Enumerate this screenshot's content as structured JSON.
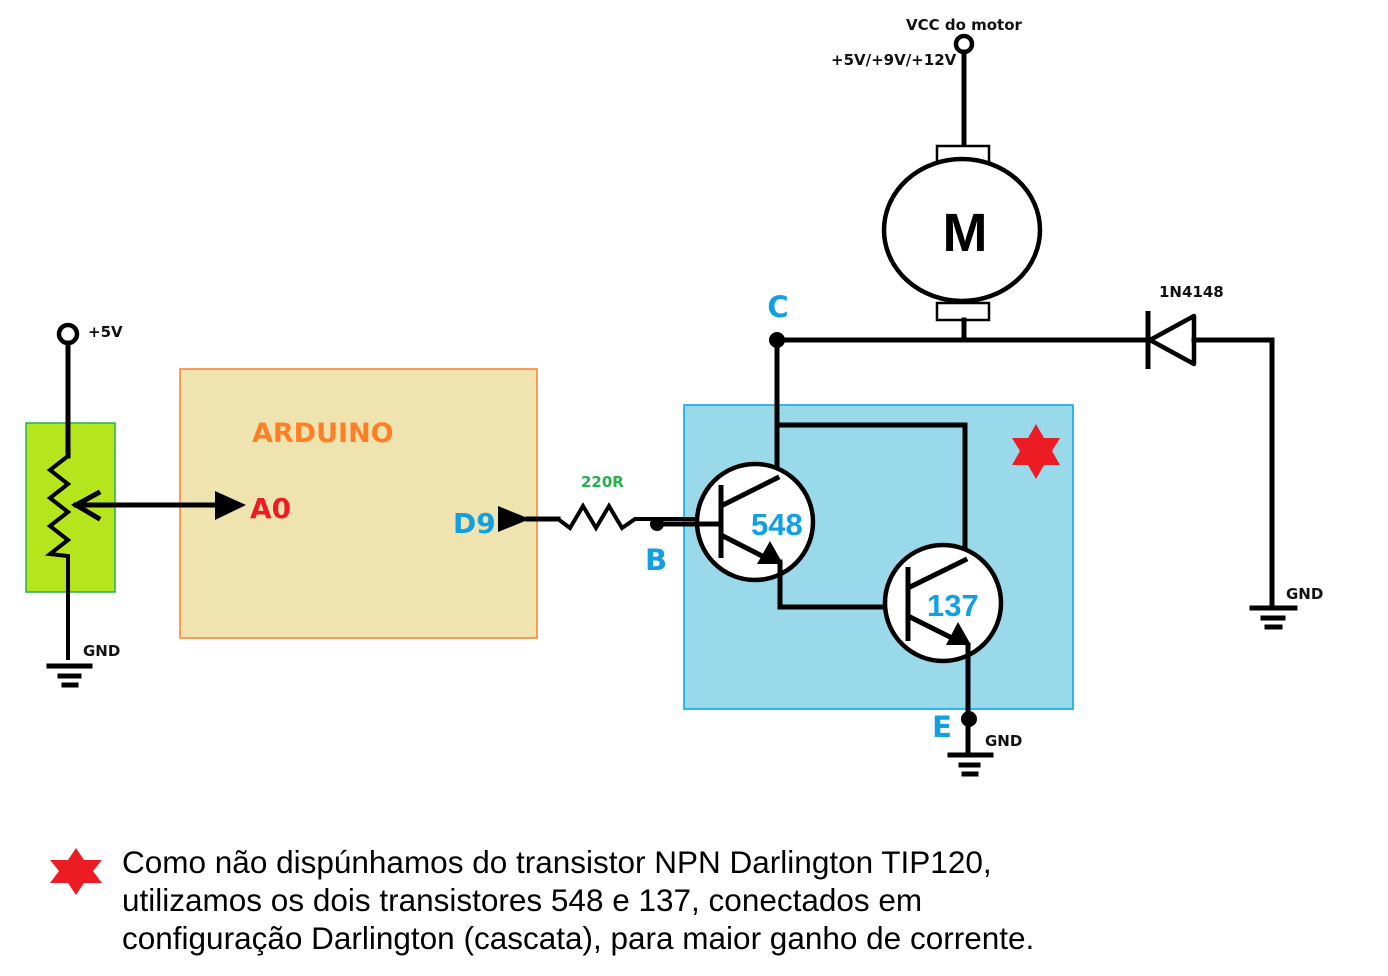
{
  "diagram": {
    "motor_supply": {
      "label": "VCC do motor",
      "voltage_options": "+5V/+9V/+12V"
    },
    "motor": {
      "symbol": "M"
    },
    "diode": {
      "part": "1N4148"
    },
    "pot_supply": {
      "label": "+5V"
    },
    "grounds": {
      "pot_gnd": "GND",
      "diode_gnd": "GND",
      "emitter_gnd": "GND"
    },
    "arduino": {
      "title": "ARDUINO",
      "analog_pin": "A0",
      "pwm_pin": "D9"
    },
    "resistor": {
      "value": "220R"
    },
    "nodes": {
      "base": "B",
      "collector": "C",
      "emitter": "E"
    },
    "transistors": [
      {
        "id": "548"
      },
      {
        "id": "137"
      }
    ],
    "colors": {
      "potentiometer_box": "#b5e61d",
      "potentiometer_border": "#22b14c",
      "arduino_box": "#efe4b0",
      "arduino_border": "#ff7f27",
      "darlington_box": "#99d9ea",
      "darlington_border": "#00a2e8",
      "star": "#ed1c24",
      "a0_text": "#ed1c24",
      "node_text": "#12a0e3"
    }
  },
  "footnote": {
    "lines": [
      "Como não dispúnhamos do transistor NPN Darlington TIP120,",
      "utilizamos os dois transistores 548 e 137, conectados em",
      "configuração Darlington (cascata), para maior ganho de corrente."
    ]
  }
}
